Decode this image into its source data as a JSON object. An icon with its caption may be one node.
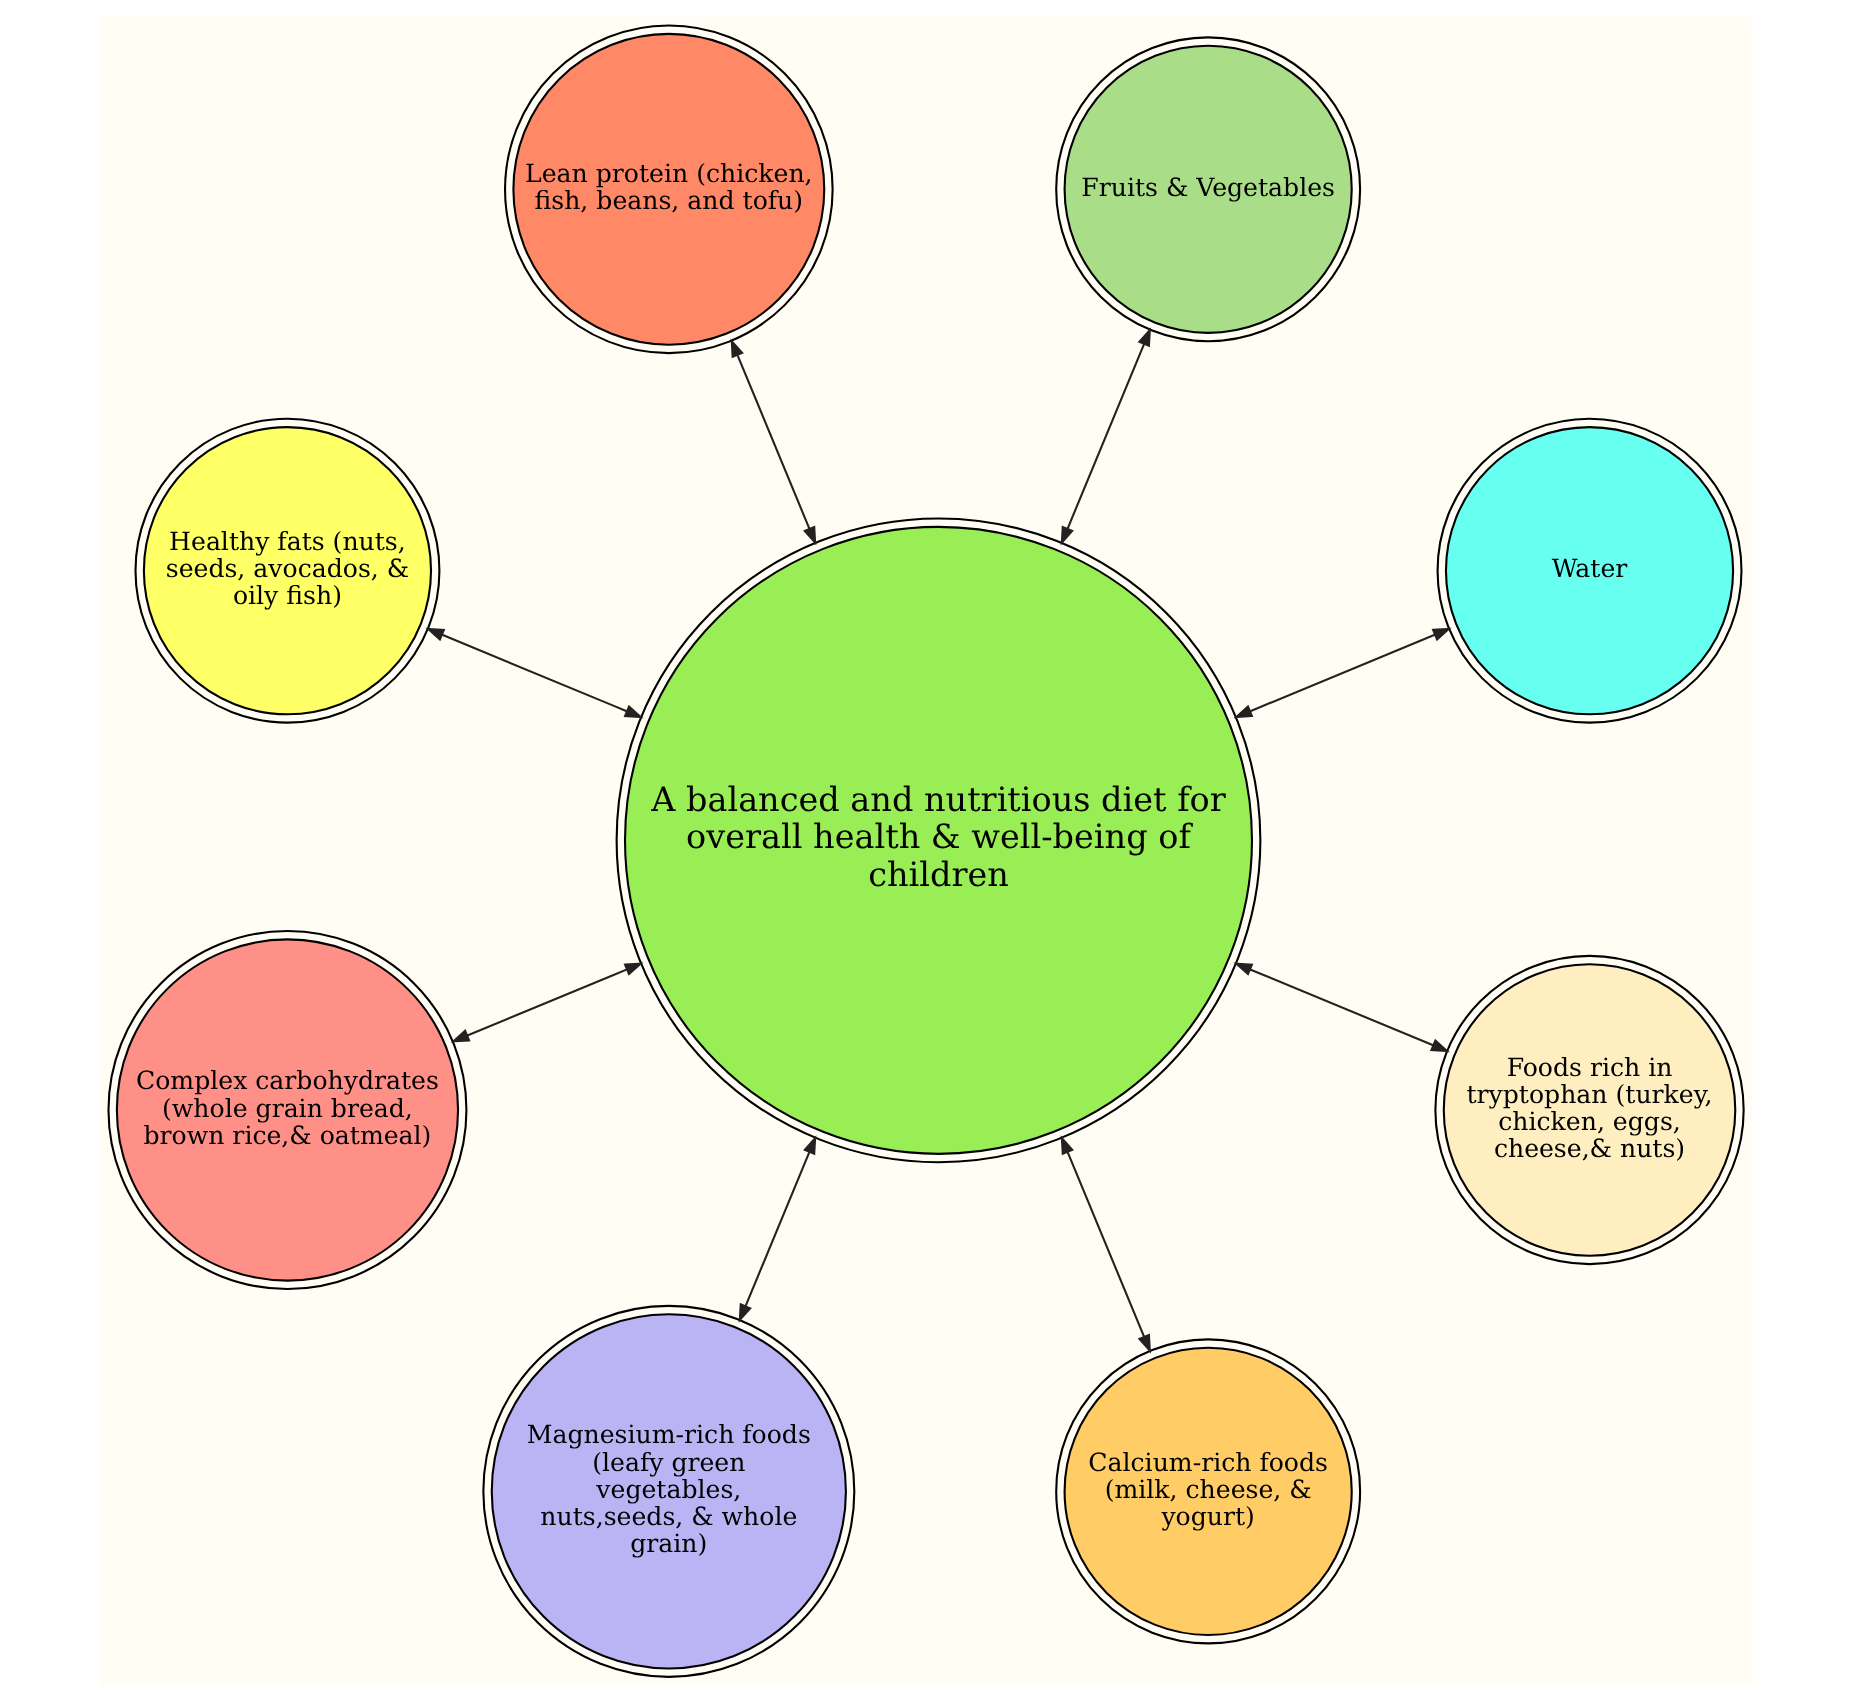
{
  "diagram": {
    "nodes": [
      {
        "text": [
          "A balanced and nutritious diet for overall health & well-being of children"
        ]
      },
      {
        "text": [
          "Water"
        ]
      },
      {
        "text": [
          "Fruits & Vegetables"
        ]
      },
      {
        "text": [
          "Lean protein (chicken, fish, beans, and tofu)"
        ]
      },
      {
        "text": [
          "Healthy fats (nuts, seeds, avocados, & oily fish)"
        ]
      },
      {
        "text": [
          "Complex carbohydrates (whole grain bread, brown rice,& oatmeal)"
        ]
      },
      {
        "text": [
          "Magnesium-rich foods (leafy green vegetables, nuts,seeds, & whole grain)"
        ]
      },
      {
        "text": [
          "Calcium-rich foods (milk, cheese, & yogurt)"
        ]
      },
      {
        "text": [
          "Foods rich in tryptophan (turkey, chicken, eggs, cheese,& nuts)"
        ]
      }
    ],
    "edges": [
      {
        "from": 0,
        "to": 1,
        "arrow": "both"
      },
      {
        "from": 0,
        "to": 2,
        "arrow": "both"
      },
      {
        "from": 0,
        "to": 3,
        "arrow": "both"
      },
      {
        "from": 0,
        "to": 4,
        "arrow": "both"
      },
      {
        "from": 0,
        "to": 5,
        "arrow": "both"
      },
      {
        "from": 0,
        "to": 6,
        "arrow": "both"
      },
      {
        "from": 0,
        "to": 7,
        "arrow": "both"
      },
      {
        "from": 0,
        "to": 8,
        "arrow": "both"
      }
    ]
  }
}
